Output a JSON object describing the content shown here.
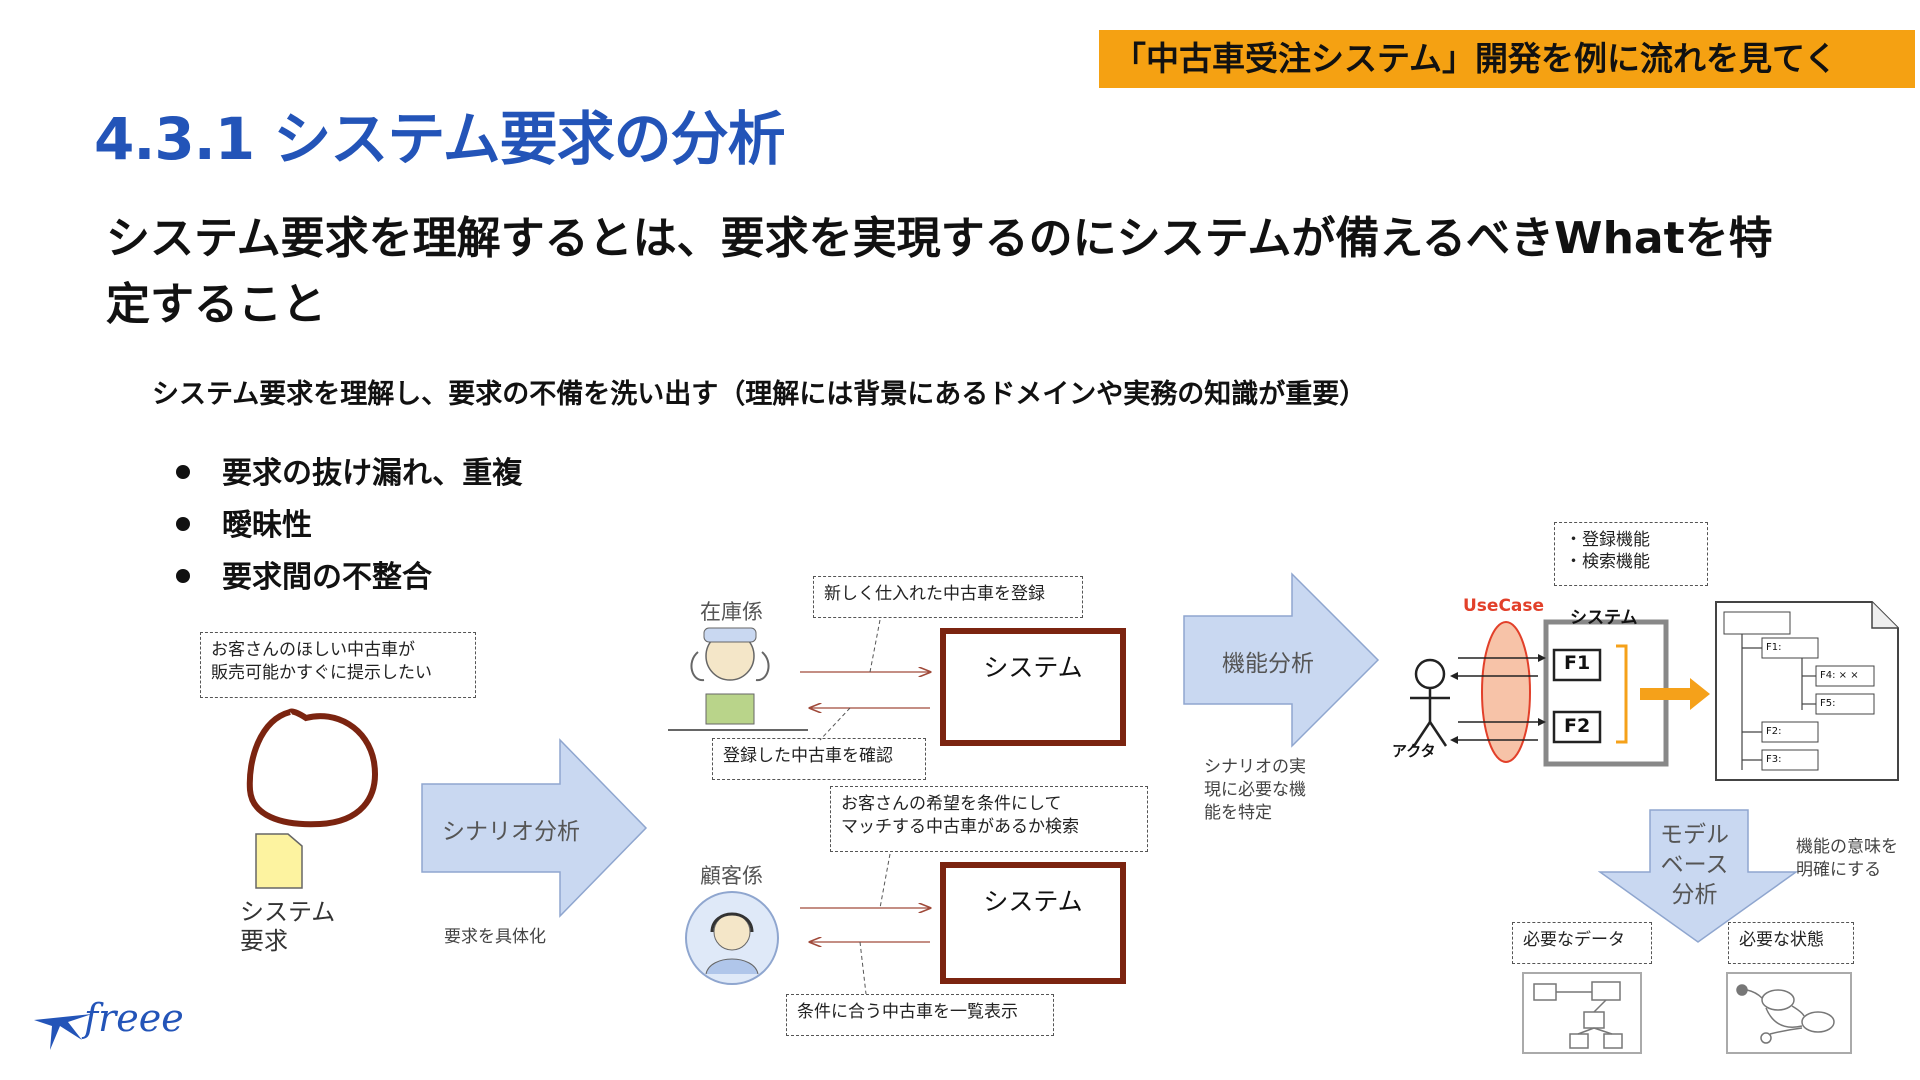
{
  "banner": "「中古車受注システム」開発を例に流れを見てく",
  "title": "4.3.1 システム要求の分析",
  "headline": "システム要求を理解するとは、要求を実現するのにシステムが備えるべきWhatを特定すること",
  "subheading": "システム要求を理解し、要求の不備を洗い出す（理解には背景にあるドメインや実務の知識が重要）",
  "bullets": [
    "要求の抜け漏れ、重複",
    "曖昧性",
    "要求間の不整合"
  ],
  "diagram": {
    "customer_wish": [
      "お客さんのほしい中古車が",
      "販売可能かすぐに提示したい"
    ],
    "doc_label": [
      "システム",
      "要求"
    ],
    "scenario_arrow": "シナリオ分析",
    "scenario_caption": "要求を具体化",
    "stock_role": "在庫係",
    "customer_role": "顧客係",
    "register_note": "新しく仕入れた中古車を登録",
    "confirm_note": "登録した中古車を確認",
    "search_note": [
      "お客さんの希望を条件にして",
      "マッチする中古車があるか検索"
    ],
    "list_note": "条件に合う中古車を一覧表示",
    "system_label": "システム",
    "function_arrow": "機能分析",
    "function_caption": [
      "シナリオの実",
      "現に必要な機",
      "能を特定"
    ],
    "features": [
      "・登録機能",
      "・検索機能"
    ],
    "usecase": "UseCase",
    "uc_system": "システム",
    "actor": "アクタ",
    "f1": "F1",
    "f2": "F2",
    "tree_nodes": [
      "F1:",
      "F4: × ×",
      "F5:",
      "F2:",
      "F3:"
    ],
    "model_arrow": [
      "モデル",
      "ベース",
      "分析"
    ],
    "model_caption": [
      "機能の意味を",
      "明確にする"
    ],
    "needed_data": "必要なデータ",
    "needed_state": "必要な状態"
  },
  "logo": "freee",
  "colors": {
    "title": "#2354b8",
    "banner": "#f5a112",
    "system_border": "#7b2410",
    "arrow_fill": "#c9d8f1",
    "usecase": "#e2402a",
    "orange_arrow": "#f5a11a"
  }
}
